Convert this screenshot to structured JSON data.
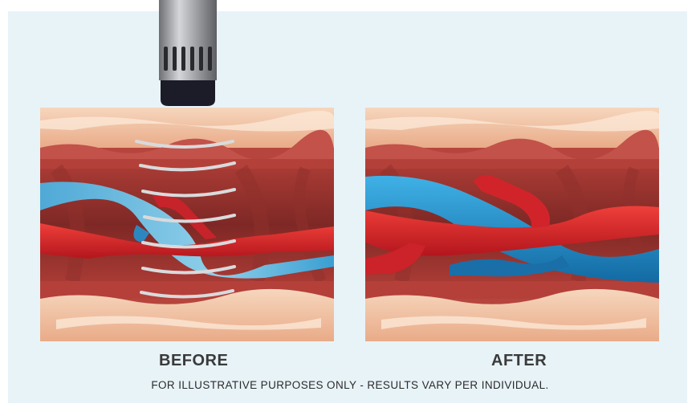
{
  "panels": {
    "before": {
      "label": "BEFORE"
    },
    "after": {
      "label": "AFTER"
    }
  },
  "disclaimer": "FOR ILLUSTRATIVE PURPOSES ONLY - RESULTS VARY PER INDIVIDUAL.",
  "colors": {
    "background": "#e8f3f8",
    "tissue_light": "#f2c9a9",
    "tissue_dark": "#b8413a",
    "vessel_red": "#d8262b",
    "vessel_blue": "#1f86c4",
    "applicator": "#8d8f93"
  },
  "icons": {
    "applicator": "shockwave-applicator-icon",
    "waves": "acoustic-wave-icon"
  }
}
